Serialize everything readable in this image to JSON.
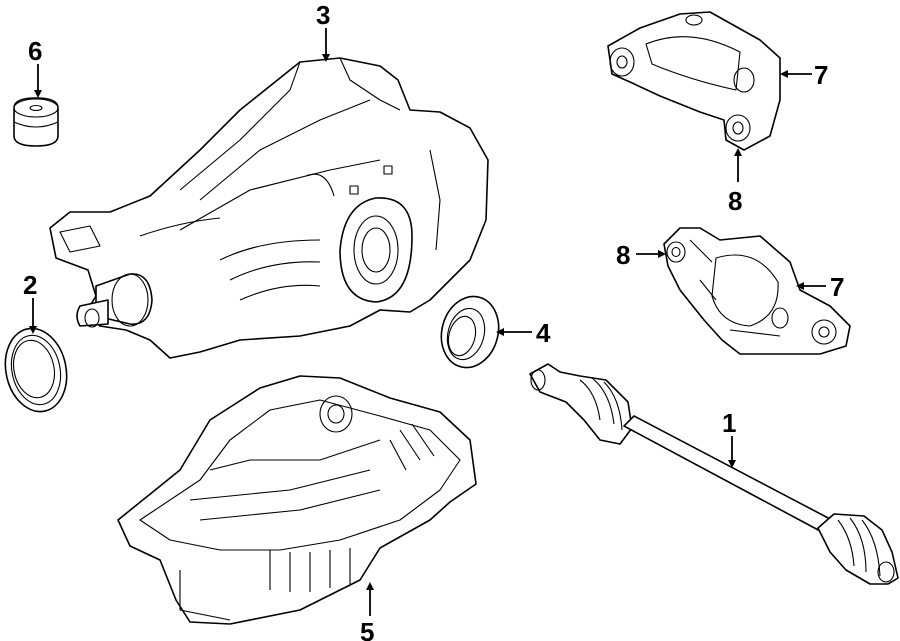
{
  "callouts": {
    "c1": "1",
    "c2": "2",
    "c3": "3",
    "c4": "4",
    "c5": "5",
    "c6": "6",
    "c7_upper": "7",
    "c7_lower": "7",
    "c8_upper": "8",
    "c8_lower": "8"
  }
}
